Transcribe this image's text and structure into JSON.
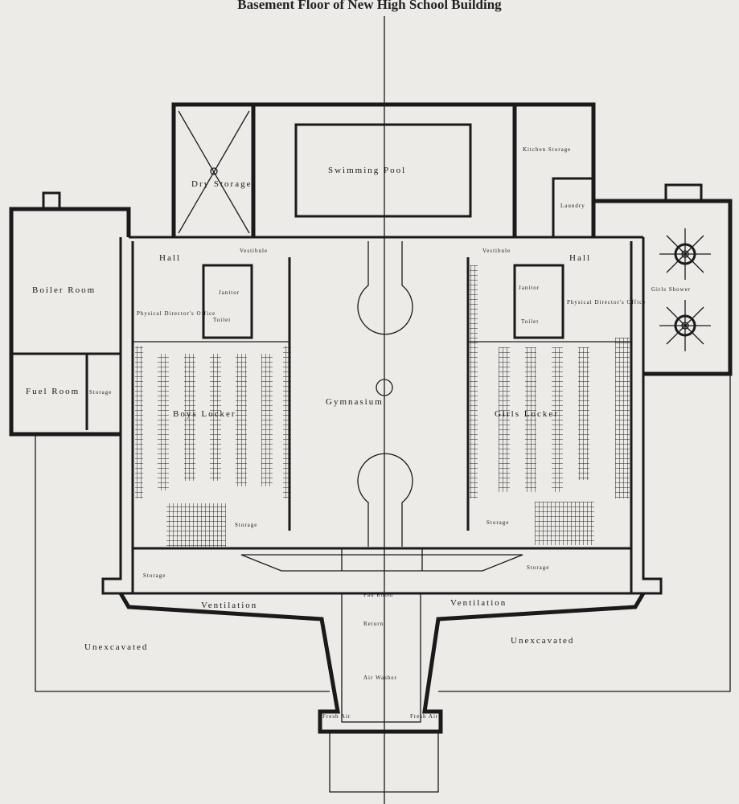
{
  "title": "Basement Floor of New High School Building",
  "rooms": {
    "dry_storage": "Dry Storage",
    "swimming_pool": "Swimming Pool",
    "kitchen_storage": "Kitchen Storage",
    "laundry": "Laundry",
    "boiler_room": "Boiler Room",
    "fuel_room": "Fuel Room",
    "storage_small": "Storage",
    "hall_left": "Hall",
    "hall_right": "Hall",
    "vestibule_left": "Vestibule",
    "vestibule_right": "Vestibule",
    "janitor_left": "Janitor",
    "janitor_right": "Janitor",
    "toilet_left": "Toilet",
    "toilet_right": "Toilet",
    "office_left": "Physical Director's Office",
    "office_right": "Physical Director's Office",
    "boys_locker": "Boys Locker",
    "gymnasium": "Gymnasium",
    "girls_locker": "Girls Locker",
    "girls_shower": "Girls Shower",
    "storage_left": "Storage",
    "storage_right": "Storage",
    "storage_bottom_left": "Storage",
    "storage_bottom_right": "Storage",
    "ventilation_left": "Ventilation",
    "ventilation_right": "Ventilation",
    "unexcavated_left": "Unexcavated",
    "unexcavated_right": "Unexcavated",
    "fan_room": "Fan Room",
    "return": "Return",
    "air_washer": "Air Washer",
    "fresh_air_left": "Fresh Air",
    "fresh_air_right": "Fresh Air"
  }
}
